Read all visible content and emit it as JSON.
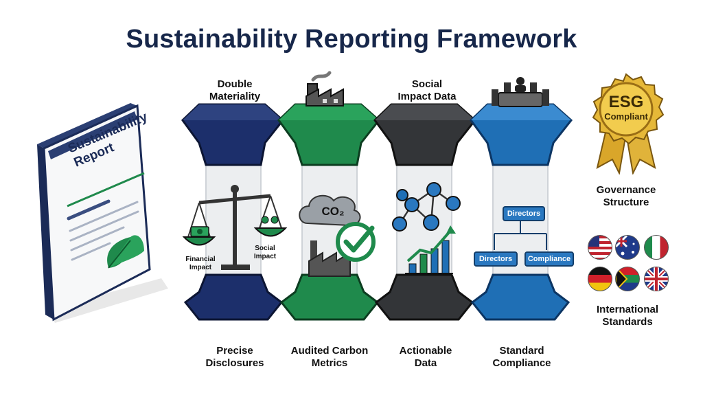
{
  "title": "Sustainability Reporting Framework",
  "report_cover": {
    "title_line1": "Sustainability",
    "title_line2": "Report"
  },
  "pillars": [
    {
      "top_line1": "Double",
      "top_line2": "Materiality",
      "bottom_line1": "Precise",
      "bottom_line2": "Disclosures",
      "color": "#1c2f6b",
      "icon": "balance-scale-icon",
      "labels": {
        "left_line1": "Financial",
        "left_line2": "Impact",
        "right_line1": "Social",
        "right_line2": "Impact"
      }
    },
    {
      "top_line1": "",
      "top_line2": "",
      "bottom_line1": "Audited Carbon",
      "bottom_line2": "Metrics",
      "color": "#1f8a4c",
      "icon": "factory-icon",
      "labels": {
        "cloud": "CO₂"
      }
    },
    {
      "top_line1": "Social",
      "top_line2": "Impact Data",
      "bottom_line1": "Actionable",
      "bottom_line2": "Data",
      "color": "#333538",
      "icon": "network-chart-icon"
    },
    {
      "top_line1": "",
      "top_line2": "",
      "bottom_line1": "Standard",
      "bottom_line2": "Compliance",
      "color": "#1f6fb5",
      "icon": "boardroom-icon",
      "labels": {
        "org_top": "Directors",
        "org_left": "Directors",
        "org_right": "Compliance"
      }
    }
  ],
  "badge": {
    "line1": "ESG",
    "line2": "Compliant"
  },
  "governance": {
    "line1": "Governance",
    "line2": "Structure"
  },
  "international": {
    "line1": "International",
    "line2": "Standards"
  },
  "flags": [
    "usa-flag-icon",
    "australia-flag-icon",
    "italy-flag-icon",
    "germany-flag-icon",
    "south-africa-flag-icon",
    "uk-flag-icon"
  ]
}
